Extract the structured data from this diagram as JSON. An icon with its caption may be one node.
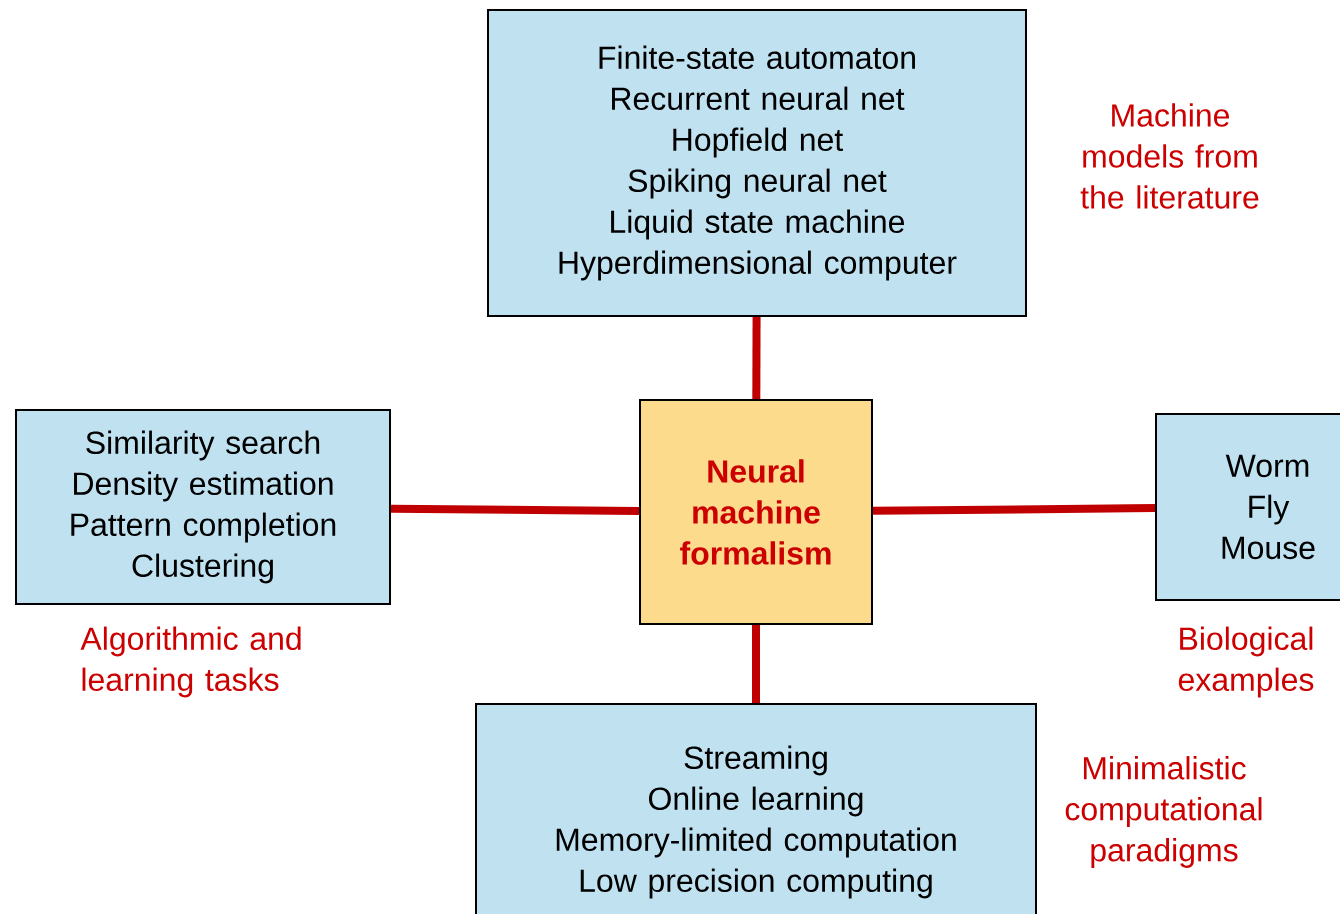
{
  "diagram": {
    "nodes": [
      {
        "text": [
          "Neural machine formalism"
        ]
      },
      {
        "text": [
          "Finite-state automaton",
          "Recurrent neural net",
          "Hopfield net",
          "Spiking neural net",
          "Liquid state machine",
          "Hyperdimensional computer"
        ],
        "beside": [
          "Machine models from the literature"
        ]
      },
      {
        "text": [
          "Similarity search",
          "Density estimation",
          "Pattern completion",
          "Clustering"
        ],
        "beside": [
          "Algorithmic and learning tasks"
        ]
      },
      {
        "text": [
          "Worm",
          "Fly",
          "Mouse"
        ],
        "beside": [
          "Biological examples"
        ]
      },
      {
        "text": [
          "Streaming",
          "Online learning",
          "Memory-limited computation",
          "Low precision computing"
        ],
        "beside": [
          "Minimalistic computational paradigms"
        ]
      }
    ],
    "edges": [
      {
        "from": 0,
        "to": 1,
        "arrow": "none"
      },
      {
        "from": 0,
        "to": 2,
        "arrow": "none"
      },
      {
        "from": 0,
        "to": 3,
        "arrow": "none"
      },
      {
        "from": 0,
        "to": 4,
        "arrow": "none"
      }
    ]
  }
}
